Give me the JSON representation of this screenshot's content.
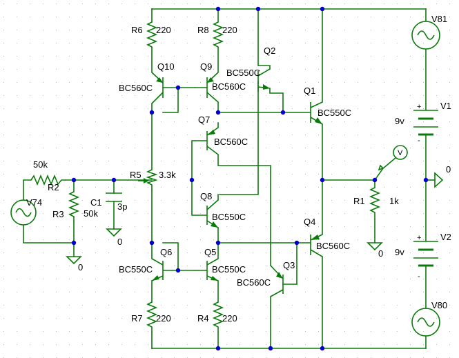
{
  "labels": {
    "R6": "R6",
    "R6_val": "220",
    "R8": "R8",
    "R8_val": "220",
    "Q2": "Q2",
    "Q2_type": "BC550C",
    "Q10": "Q10",
    "Q10_type": "BC560C",
    "Q9": "Q9",
    "Q9_type": "BC560C",
    "Q1": "Q1",
    "Q1_type": "BC550C",
    "Q7": "Q7",
    "Q7_type": "BC560C",
    "V81": "V81",
    "V1": "V1",
    "V1_val": "9v",
    "gnd_right": "0",
    "R2_val": "50k",
    "R2": "R2",
    "R5": "R5",
    "R5_val": "3.3k",
    "V74": "V74",
    "C1": "C1",
    "C1_val": "3p",
    "R3": "R3",
    "R3_val": "50k",
    "gnd_c1": "0",
    "gnd_r3": "0",
    "probe": "V",
    "R1": "R1",
    "R1_val": "1k",
    "gnd_r1": "0",
    "Q8": "Q8",
    "Q8_type": "BC550C",
    "Q4": "Q4",
    "Q4_type": "BC560C",
    "V2": "V2",
    "V2_val": "9v",
    "Q6": "Q6",
    "Q6_type": "BC550C",
    "Q5": "Q5",
    "Q5_type": "BC550C",
    "Q3": "Q3",
    "Q3_type": "BC560C",
    "R7": "R7",
    "R7_val": "220",
    "R4": "R4",
    "R4_val": "220",
    "V80": "V80",
    "plus_v1": "+",
    "minus_v1": "-",
    "plus_v2": "+",
    "minus_v2": "-"
  },
  "colors": {
    "wire": "#0a7a0a",
    "junction": "#0000cc",
    "text": "#000000",
    "grid": "#b9b9b9"
  }
}
